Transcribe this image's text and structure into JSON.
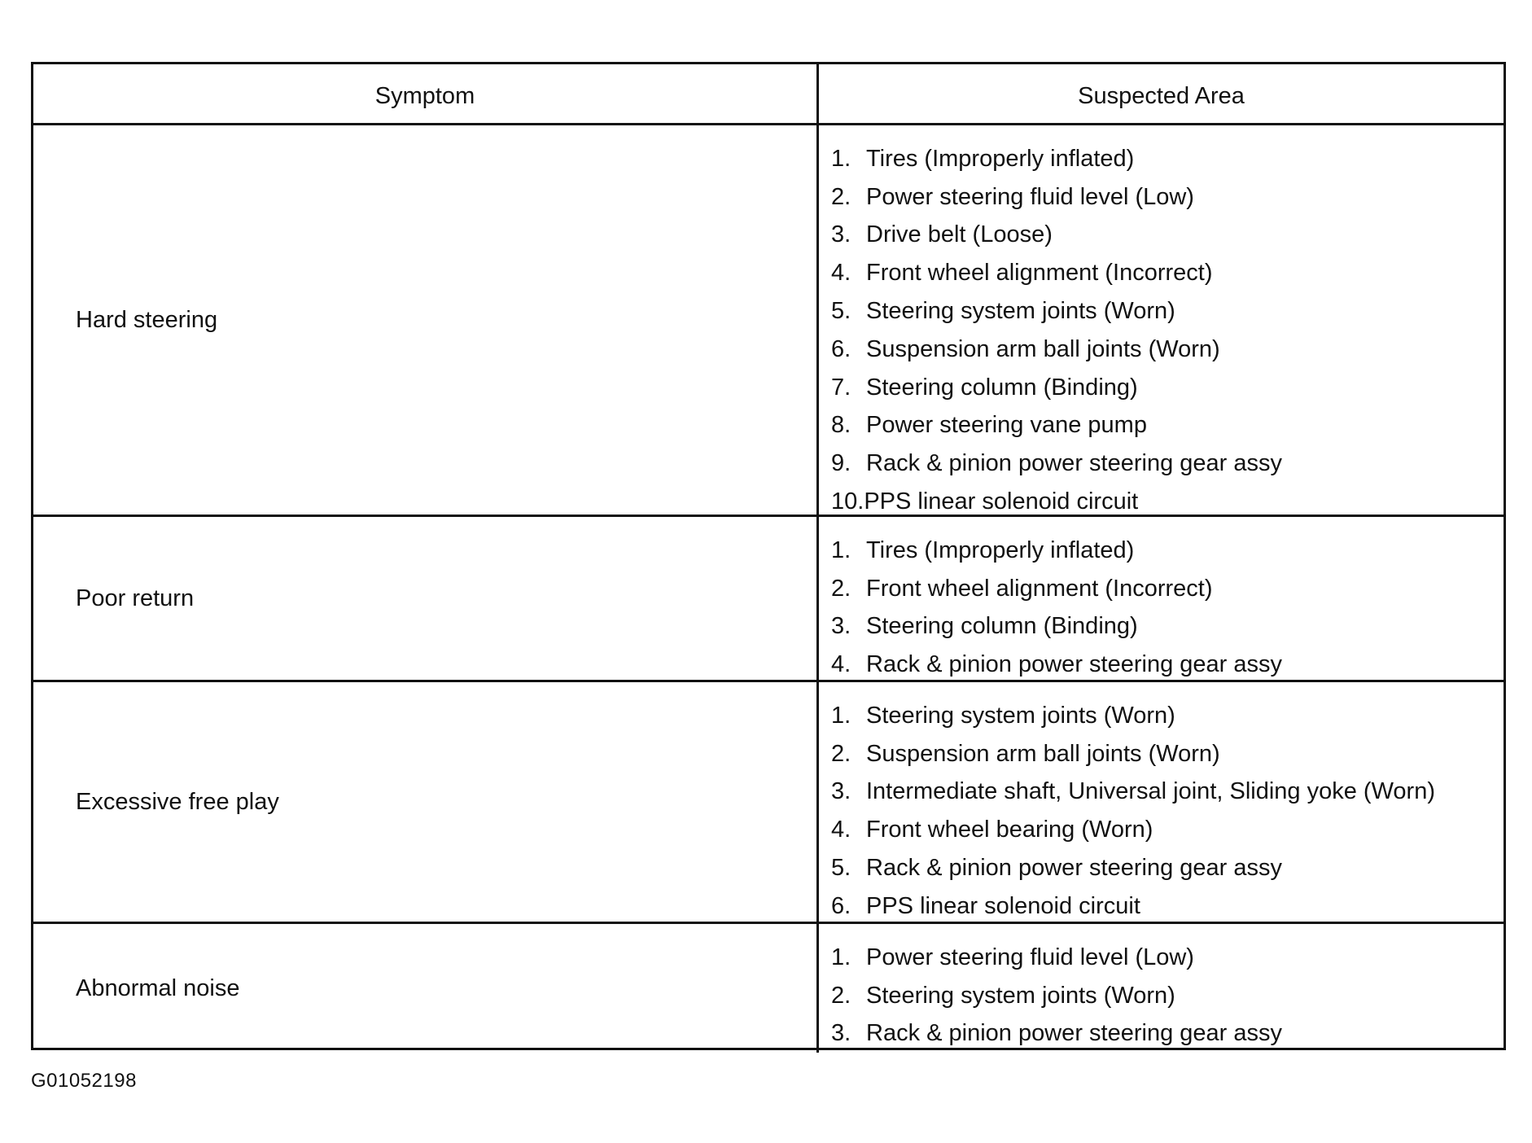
{
  "table": {
    "headers": {
      "symptom": "Symptom",
      "suspected_area": "Suspected Area"
    },
    "rows": [
      {
        "symptom": "Hard steering",
        "areas": [
          {
            "num": "1.",
            "text": "Tires (Improperly inflated)"
          },
          {
            "num": "2.",
            "text": "Power steering fluid level (Low)"
          },
          {
            "num": "3.",
            "text": "Drive belt (Loose)"
          },
          {
            "num": "4.",
            "text": "Front wheel alignment (Incorrect)"
          },
          {
            "num": "5.",
            "text": "Steering system joints (Worn)"
          },
          {
            "num": "6.",
            "text": "Suspension arm ball joints (Worn)"
          },
          {
            "num": "7.",
            "text": "Steering column (Binding)"
          },
          {
            "num": "8.",
            "text": "Power steering vane pump"
          },
          {
            "num": "9.",
            "text": "Rack & pinion power steering gear assy"
          },
          {
            "num": "10.",
            "text": "PPS linear solenoid circuit"
          }
        ]
      },
      {
        "symptom": "Poor return",
        "areas": [
          {
            "num": "1.",
            "text": "Tires (Improperly inflated)"
          },
          {
            "num": "2.",
            "text": "Front wheel alignment (Incorrect)"
          },
          {
            "num": "3.",
            "text": "Steering column (Binding)"
          },
          {
            "num": "4.",
            "text": "Rack & pinion power steering gear assy"
          }
        ]
      },
      {
        "symptom": "Excessive free play",
        "areas": [
          {
            "num": "1.",
            "text": "Steering system joints (Worn)"
          },
          {
            "num": "2.",
            "text": "Suspension arm ball joints (Worn)"
          },
          {
            "num": "3.",
            "text": "Intermediate shaft, Universal joint, Sliding yoke (Worn)"
          },
          {
            "num": "4.",
            "text": "Front wheel bearing (Worn)"
          },
          {
            "num": "5.",
            "text": "Rack & pinion power steering gear assy"
          },
          {
            "num": "6.",
            "text": "PPS linear solenoid circuit"
          }
        ]
      },
      {
        "symptom": "Abnormal noise",
        "areas": [
          {
            "num": "1.",
            "text": "Power steering fluid level (Low)"
          },
          {
            "num": "2.",
            "text": "Steering system joints (Worn)"
          },
          {
            "num": "3.",
            "text": "Rack & pinion power steering gear assy"
          }
        ]
      }
    ]
  },
  "figure_id": "G01052198"
}
